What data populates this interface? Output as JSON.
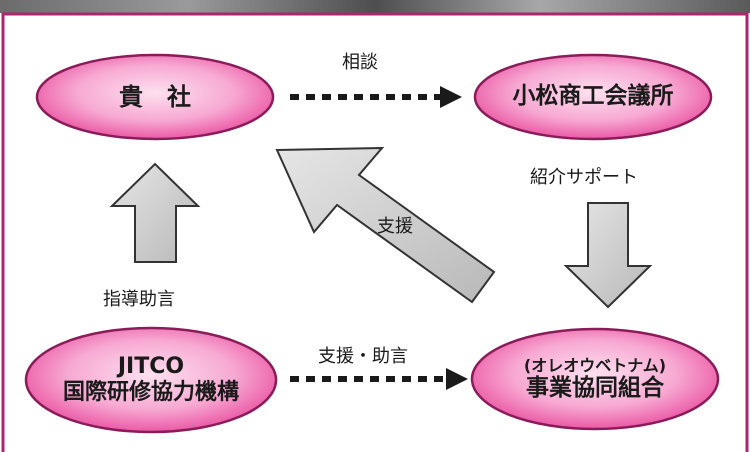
{
  "nodes": {
    "company": {
      "label": "貴　社"
    },
    "chamber": {
      "label": "小松商工会議所"
    },
    "jitco": {
      "line1": "JITCO",
      "line2": "国際研修協力機構"
    },
    "cooperative": {
      "line1": "(オレオウベトナム)",
      "line2": "事業協同組合"
    }
  },
  "edges": {
    "consult": {
      "label": "相談"
    },
    "introduce_support": {
      "label": "紹介サポート"
    },
    "support": {
      "label": "支援"
    },
    "guidance": {
      "label": "指導助言"
    },
    "support_advice": {
      "label": "支援・助言"
    }
  },
  "colors": {
    "frame": "#b0246e",
    "ellipse_fill_outer": "#f04fa8",
    "ellipse_fill_inner": "#fde0ef",
    "ellipse_stroke": "#8a1c5a",
    "arrow_fill": "#c8c8c8",
    "arrow_stroke": "#333333",
    "text": "#1a1a1a"
  }
}
